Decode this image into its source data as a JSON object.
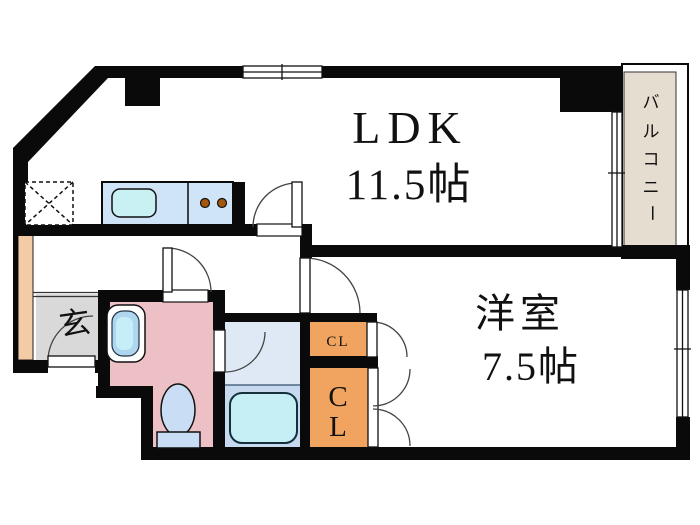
{
  "floor_plan": {
    "rooms": {
      "ldk": {
        "name": "LDK",
        "size": "11.5帖"
      },
      "western_room": {
        "name": "洋室",
        "size": "7.5帖"
      },
      "balcony": {
        "label": "バルコニー",
        "chars": [
          "バ",
          "ル",
          "コ",
          "ニ",
          "ー"
        ]
      },
      "entrance": {
        "label": "玄"
      },
      "closet_upper": {
        "label": "CL"
      },
      "closet_lower": {
        "char_c": "C",
        "char_l": "L"
      }
    },
    "colors": {
      "wall": "#0a0a0a",
      "kitchen_counter": "#cfe4f7",
      "kitchen_sink": "#c9f1f4",
      "burner": "#a4580f",
      "bathroom_pink": "#ecc0c4",
      "fixture_blue": "#c9ddf5",
      "bath_upper": "#dfe9f6",
      "bath_lower": "#c6d9ee",
      "bathtub": "#c5eef5",
      "closet_orange": "#f0a45f",
      "entrance_gray": "#d9d9d9",
      "balcony_beige": "#e6ddd1",
      "pipe_space_tan": "#f3cba4",
      "basin_blue": "#aed6ee",
      "basin_inner": "#c6eef8"
    }
  }
}
